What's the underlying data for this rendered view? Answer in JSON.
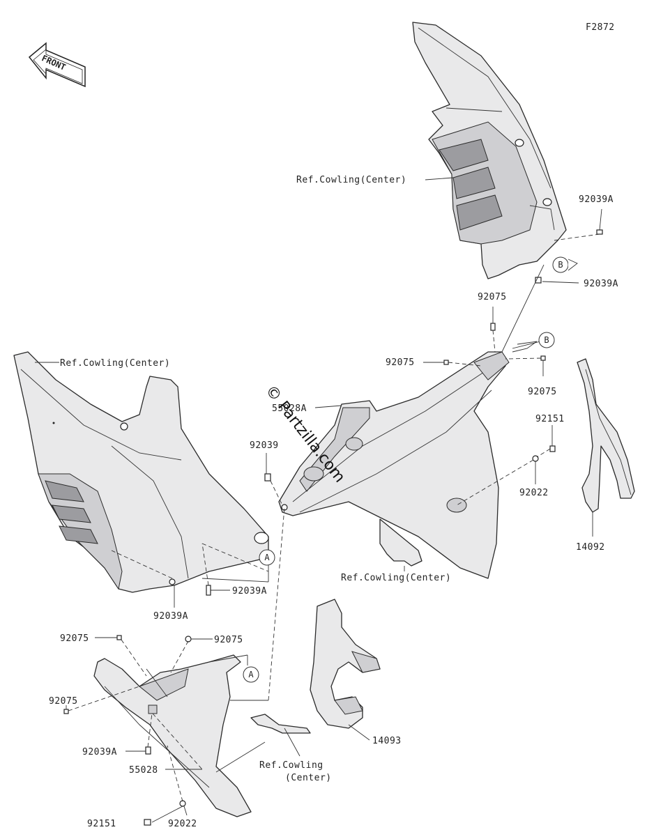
{
  "diagram": {
    "figure_id": "F2872",
    "front_arrow_label": "FRONT",
    "watermark": "© Partzilla.com",
    "labels": {
      "ref_cowling_center_top": "Ref.Cowling(Center)",
      "ref_cowling_center_left": "Ref.Cowling(Center)",
      "ref_cowling_center_mid": "Ref.Cowling(Center)",
      "ref_cowling_center_bottom_1": "Ref.Cowling",
      "ref_cowling_center_bottom_2": "(Center)",
      "p92039A_top1": "92039A",
      "p92039A_top2": "92039A",
      "p92075_top": "92075",
      "p92075_mid_left": "92075",
      "p92075_mid_right": "92075",
      "p55028A": "55028A",
      "p92039": "92039",
      "p92151_right": "92151",
      "p92022_right": "92022",
      "p14092": "14092",
      "p92039A_mid": "92039A",
      "p92039A_left": "92039A",
      "p92075_low_left": "92075",
      "p92075_low_right": "92075",
      "p92075_far_left": "92075",
      "p14093": "14093",
      "p92039A_low": "92039A",
      "p55028": "55028",
      "p92151_low": "92151",
      "p92022_low": "92022"
    },
    "callouts": {
      "b_top": "B",
      "b_mid": "B",
      "a_mid": "A",
      "a_low": "A"
    }
  }
}
